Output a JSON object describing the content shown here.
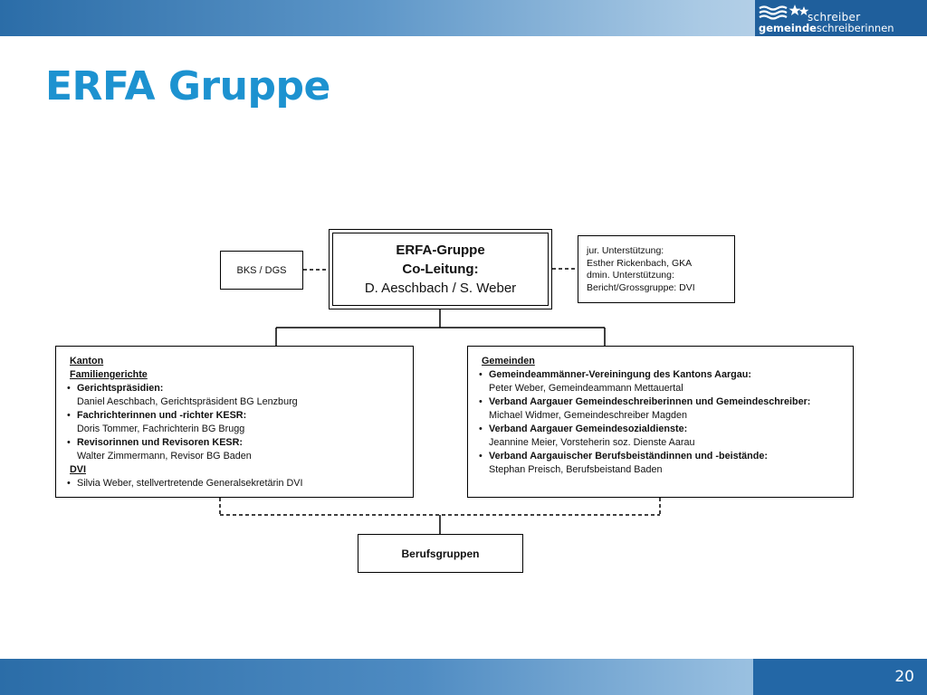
{
  "header": {
    "logo_line1": "schreiber",
    "logo_line2_bold": "gemeinde",
    "logo_line2_rest": "schreiberinnen"
  },
  "slide": {
    "title": "ERFA Gruppe",
    "page_number": "20"
  },
  "org_chart": {
    "bks_box": "BKS / DGS",
    "main_box": {
      "title": "ERFA-Gruppe",
      "subtitle": "Co-Leitung:",
      "names": "D. Aeschbach / S. Weber"
    },
    "support_box": {
      "lines": [
        "jur. Unterstützung:",
        "Esther Rickenbach, GKA",
        "dmin.  Unterstützung:",
        "Bericht/Grossgruppe: DVI"
      ]
    },
    "kanton_box": {
      "heading": "Kanton",
      "subheading": "Familiengerichte",
      "items": [
        {
          "title": "Gerichtspräsidien:",
          "person": "Daniel Aeschbach,  Gerichtspräsident  BG Lenzburg"
        },
        {
          "title": "Fachrichterinnen und -richter KESR:",
          "person": "Doris Tommer,  Fachrichterin BG Brugg"
        },
        {
          "title": "Revisorinnen und Revisoren KESR:",
          "person": "Walter Zimmermann,  Revisor BG Baden"
        }
      ],
      "dvi_heading": "DVI",
      "dvi_item": "Silvia Weber, stellvertretende Generalsekretärin  DVI"
    },
    "gemeinden_box": {
      "heading": "Gemeinden",
      "items": [
        {
          "title": "Gemeindeammänner-Vereiningung des Kantons Aargau:",
          "person": "Peter  Weber, Gemeindeammann Mettauertal"
        },
        {
          "title": "Verband Aargauer Gemeindeschreiberinnen und Gemeindeschreiber:",
          "person": "Michael Widmer, Gemeindeschreiber  Magden"
        },
        {
          "title": "Verband Aargauer Gemeindesozialdienste:",
          "person": "Jeannine Meier,  Vorsteherin soz. Dienste Aarau"
        },
        {
          "title": "Verband Aargauischer Berufsbeiständinnen  und -beistände:",
          "person": "Stephan Preisch,  Berufsbeistand Baden"
        }
      ]
    },
    "beruf_box": "Berufsgruppen"
  },
  "colors": {
    "title": "#1d92d0",
    "bar_dark": "#1f5f9c",
    "bar_light": "#cfe0ef"
  }
}
